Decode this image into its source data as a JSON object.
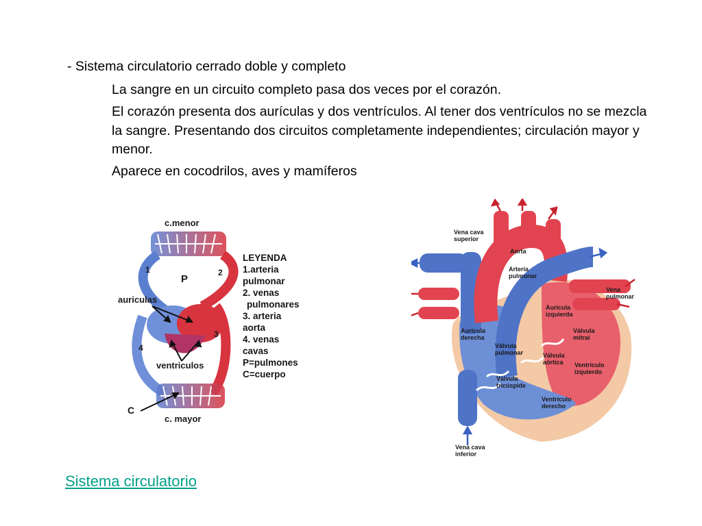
{
  "text": {
    "bullet": "- Sistema circulatorio cerrado doble y completo",
    "p1": "La sangre en un circuito completo pasa dos veces por el corazón.",
    "p2": "El corazón presenta dos aurículas y dos ventrículos. Al tener dos ventrículos no se mezcla la sangre. Presentando dos circuitos completamente independientes; circulación mayor y menor.",
    "p3": "Aparece en cocodrilos, aves y mamíferos"
  },
  "left_diagram": {
    "labels": {
      "c_menor": "c.menor",
      "p": "P",
      "auriculas": "auriculas",
      "ventriculos": "ventriculos",
      "c": "C",
      "c_mayor": "c. mayor",
      "n1": "1",
      "n2": "2",
      "n3": "3",
      "n4": "4"
    },
    "legend": [
      "LEYENDA",
      "1.arteria",
      "pulmonar",
      "2. venas",
      " pulmonares",
      "3. arteria",
      "aorta",
      "4. venas",
      "cavas",
      "P=pulmones",
      "C=cuerpo"
    ]
  },
  "heart_diagram": {
    "labels": {
      "vena_cava_superior_1": "Vena cava",
      "vena_cava_superior_2": "superior",
      "aorta": "Aorta",
      "arteria_pulmonar_1": "Arteria",
      "arteria_pulmonar_2": "pulmonar",
      "vena_pulmonar_1": "Vena",
      "vena_pulmonar_2": "pulmonar",
      "auricula_izquierda_1": "Aurícula",
      "auricula_izquierda_2": "izquierda",
      "auricula_derecha_1": "Aurícula",
      "auricula_derecha_2": "derecha",
      "valvula_mitral_1": "Válvula",
      "valvula_mitral_2": "mitral",
      "valvula_pulmonar_1": "Válvula",
      "valvula_pulmonar_2": "pulmonar",
      "valvula_aortica_1": "Válvula",
      "valvula_aortica_2": "aórtica",
      "ventriculo_izquierdo_1": "Ventrículo",
      "ventriculo_izquierdo_2": "izquierdo",
      "valvula_tricuspide_1": "Válvula",
      "valvula_tricuspide_2": "tricúspide",
      "ventriculo_derecho_1": "Ventrículo",
      "ventriculo_derecho_2": "derecho",
      "vena_cava_inferior_1": "Vena cava",
      "vena_cava_inferior_2": "inferior"
    }
  },
  "link": {
    "label": "Sistema circulatorio"
  },
  "colors": {
    "link": "#00a08a",
    "blood_red": "#e0303a",
    "blood_blue": "#4a6fc0",
    "heart_wall": "#f3c9a6"
  }
}
